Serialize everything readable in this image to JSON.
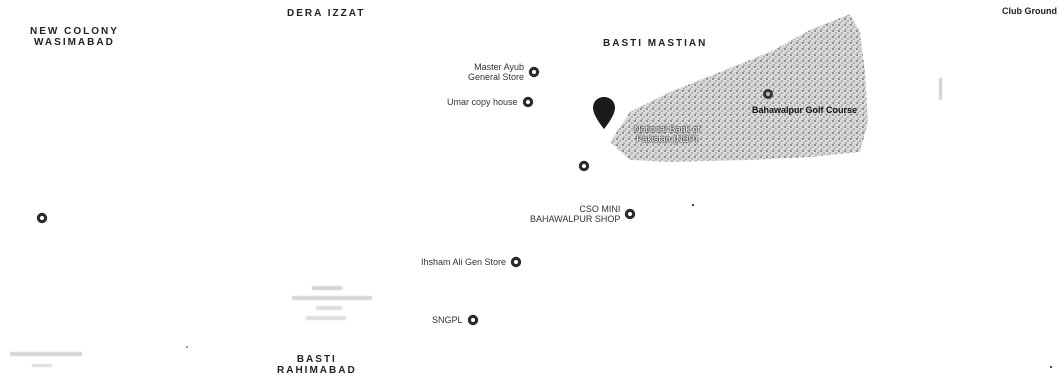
{
  "areas": {
    "new_colony": "NEW COLONY\nWASIMABAD",
    "dera_izzat": "DERA IZZAT",
    "basti_mastian": "BASTI MASTIAN",
    "basti_rahimabad": "BASTI\nRAHIMABAD",
    "club_ground": "Club Ground"
  },
  "pois": {
    "master_ayub": "Master Ayub\nGeneral Store",
    "umar_copy": "Umar copy house",
    "cso_mini": "CSO MINI\nBAHAWALPUR SHOP",
    "ihsham_ali": "Ihsham Ali Gen Store",
    "sngpl": "SNGPL"
  },
  "landmarks": {
    "golf_course": "Bahawalpur Golf Course",
    "bank": "National Bank of\nPakistan (NBP)"
  },
  "colors": {
    "pin": "#2b2b2b",
    "selected_pin": "#1a1a1a",
    "golf_texture": "#6b6b6b"
  }
}
